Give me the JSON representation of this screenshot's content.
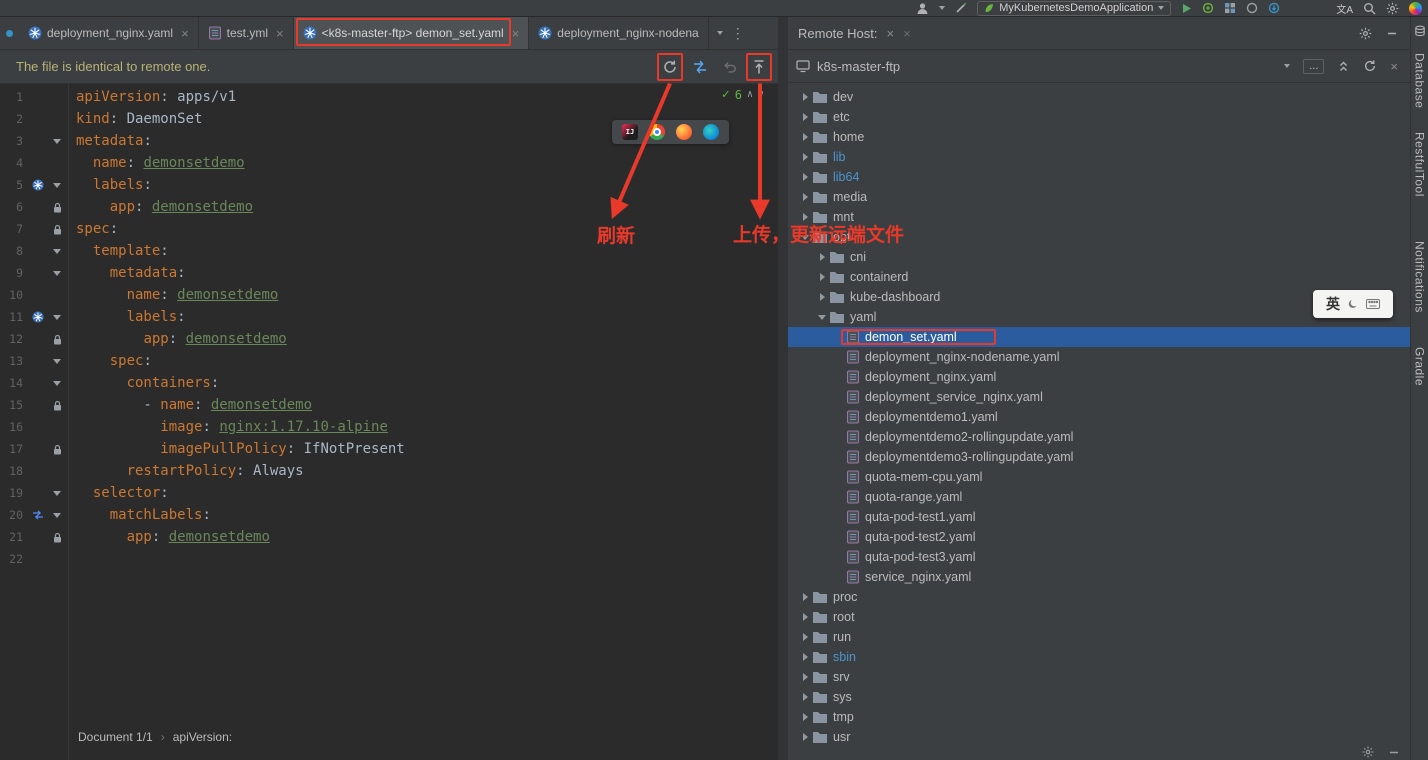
{
  "colors": {
    "annotation_red": "#e8392a",
    "selection_blue": "#2b5d9e",
    "key_orange": "#cc7832",
    "value_gray": "#a9b7c6",
    "reference_green": "#6a8759",
    "panel_bg": "#3c3f41",
    "editor_bg": "#2b2b2b",
    "kubernetes_blue": "#3970b8"
  },
  "topbar": {
    "run_config": "MyKubernetesDemoApplication",
    "translate_glyph": "文A"
  },
  "tabs": {
    "items": [
      {
        "label": "deployment_nginx.yaml",
        "icon": "k8s",
        "active": false,
        "closable": true
      },
      {
        "label": "test.yml",
        "icon": "yaml",
        "active": false,
        "closable": true
      },
      {
        "label": "<k8s-master-ftp> demon_set.yaml",
        "icon": "k8s",
        "active": true,
        "closable": true,
        "annotated": true
      },
      {
        "label": "deployment_nginx-nodena",
        "icon": "k8s",
        "active": false,
        "closable": false
      }
    ]
  },
  "notification": {
    "message": "The file is identical to remote one."
  },
  "editor": {
    "inspection_count": "6",
    "breadcrumb": {
      "document": "Document 1/1",
      "node": "apiVersion:"
    },
    "lines": [
      {
        "n": 1,
        "fold": "",
        "icon": "",
        "segs": [
          [
            "key",
            "apiVersion"
          ],
          [
            "pln",
            ": "
          ],
          [
            "val",
            "apps/v1"
          ]
        ]
      },
      {
        "n": 2,
        "fold": "",
        "icon": "",
        "segs": [
          [
            "key",
            "kind"
          ],
          [
            "pln",
            ": "
          ],
          [
            "val",
            "DaemonSet"
          ]
        ]
      },
      {
        "n": 3,
        "fold": "v",
        "icon": "",
        "segs": [
          [
            "key",
            "metadata"
          ],
          [
            "pln",
            ":"
          ]
        ]
      },
      {
        "n": 4,
        "fold": "",
        "icon": "",
        "segs": [
          [
            "pln",
            "  "
          ],
          [
            "key",
            "name"
          ],
          [
            "pln",
            ": "
          ],
          [
            "ref",
            "demonsetdemo"
          ]
        ]
      },
      {
        "n": 5,
        "fold": "v",
        "icon": "k8s",
        "segs": [
          [
            "pln",
            "  "
          ],
          [
            "key",
            "labels"
          ],
          [
            "pln",
            ":"
          ]
        ]
      },
      {
        "n": 6,
        "fold": "lock",
        "icon": "",
        "segs": [
          [
            "pln",
            "    "
          ],
          [
            "key",
            "app"
          ],
          [
            "pln",
            ": "
          ],
          [
            "ref",
            "demonsetdemo"
          ]
        ]
      },
      {
        "n": 7,
        "fold": "lock",
        "icon": "",
        "segs": [
          [
            "key",
            "spec"
          ],
          [
            "pln",
            ":"
          ]
        ]
      },
      {
        "n": 8,
        "fold": "v",
        "icon": "",
        "segs": [
          [
            "pln",
            "  "
          ],
          [
            "key",
            "template"
          ],
          [
            "pln",
            ":"
          ]
        ]
      },
      {
        "n": 9,
        "fold": "v",
        "icon": "",
        "segs": [
          [
            "pln",
            "    "
          ],
          [
            "key",
            "metadata"
          ],
          [
            "pln",
            ":"
          ]
        ]
      },
      {
        "n": 10,
        "fold": "",
        "icon": "",
        "segs": [
          [
            "pln",
            "      "
          ],
          [
            "key",
            "name"
          ],
          [
            "pln",
            ": "
          ],
          [
            "ref",
            "demonsetdemo"
          ]
        ]
      },
      {
        "n": 11,
        "fold": "v",
        "icon": "k8s",
        "segs": [
          [
            "pln",
            "      "
          ],
          [
            "key",
            "labels"
          ],
          [
            "pln",
            ":"
          ]
        ]
      },
      {
        "n": 12,
        "fold": "lock",
        "icon": "",
        "segs": [
          [
            "pln",
            "        "
          ],
          [
            "key",
            "app"
          ],
          [
            "pln",
            ": "
          ],
          [
            "ref",
            "demonsetdemo"
          ]
        ]
      },
      {
        "n": 13,
        "fold": "v",
        "icon": "",
        "segs": [
          [
            "pln",
            "    "
          ],
          [
            "key",
            "spec"
          ],
          [
            "pln",
            ":"
          ]
        ]
      },
      {
        "n": 14,
        "fold": "v",
        "icon": "",
        "segs": [
          [
            "pln",
            "      "
          ],
          [
            "key",
            "containers"
          ],
          [
            "pln",
            ":"
          ]
        ]
      },
      {
        "n": 15,
        "fold": "lock",
        "icon": "",
        "segs": [
          [
            "pln",
            "        - "
          ],
          [
            "key",
            "name"
          ],
          [
            "pln",
            ": "
          ],
          [
            "ref",
            "demonsetdemo"
          ]
        ]
      },
      {
        "n": 16,
        "fold": "",
        "icon": "",
        "segs": [
          [
            "pln",
            "          "
          ],
          [
            "key",
            "image"
          ],
          [
            "pln",
            ": "
          ],
          [
            "ref",
            "nginx:1.17.10-alpine"
          ]
        ]
      },
      {
        "n": 17,
        "fold": "lock",
        "icon": "",
        "segs": [
          [
            "pln",
            "          "
          ],
          [
            "key",
            "imagePullPolicy"
          ],
          [
            "pln",
            ": "
          ],
          [
            "val",
            "IfNotPresent"
          ]
        ]
      },
      {
        "n": 18,
        "fold": "",
        "icon": "",
        "segs": [
          [
            "pln",
            "      "
          ],
          [
            "key",
            "restartPolicy"
          ],
          [
            "pln",
            ": "
          ],
          [
            "val",
            "Always"
          ]
        ]
      },
      {
        "n": 19,
        "fold": "v",
        "icon": "",
        "segs": [
          [
            "pln",
            "  "
          ],
          [
            "key",
            "selector"
          ],
          [
            "pln",
            ":"
          ]
        ]
      },
      {
        "n": 20,
        "fold": "v",
        "icon": "arrows",
        "segs": [
          [
            "pln",
            "    "
          ],
          [
            "key",
            "matchLabels"
          ],
          [
            "pln",
            ":"
          ]
        ]
      },
      {
        "n": 21,
        "fold": "lock",
        "icon": "",
        "segs": [
          [
            "pln",
            "      "
          ],
          [
            "key",
            "app"
          ],
          [
            "pln",
            ": "
          ],
          [
            "ref",
            "demonsetdemo"
          ]
        ]
      },
      {
        "n": 22,
        "fold": "",
        "icon": "",
        "segs": []
      }
    ]
  },
  "remote_panel": {
    "title": "Remote Host:",
    "host": "k8s-master-ftp",
    "more_button": "...",
    "tree": [
      {
        "label": "dev",
        "depth": 0,
        "kind": "folder",
        "chevron": "right"
      },
      {
        "label": "etc",
        "depth": 0,
        "kind": "folder",
        "chevron": "right"
      },
      {
        "label": "home",
        "depth": 0,
        "kind": "folder",
        "chevron": "right"
      },
      {
        "label": "lib",
        "depth": 0,
        "kind": "folder",
        "chevron": "right",
        "link": true
      },
      {
        "label": "lib64",
        "depth": 0,
        "kind": "folder",
        "chevron": "right",
        "link": true
      },
      {
        "label": "media",
        "depth": 0,
        "kind": "folder",
        "chevron": "right"
      },
      {
        "label": "mnt",
        "depth": 0,
        "kind": "folder",
        "chevron": "right"
      },
      {
        "label": "opt",
        "depth": 0,
        "kind": "folder",
        "chevron": "down"
      },
      {
        "label": "cni",
        "depth": 1,
        "kind": "folder",
        "chevron": "right"
      },
      {
        "label": "containerd",
        "depth": 1,
        "kind": "folder",
        "chevron": "right"
      },
      {
        "label": "kube-dashboard",
        "depth": 1,
        "kind": "folder",
        "chevron": "right"
      },
      {
        "label": "yaml",
        "depth": 1,
        "kind": "folder",
        "chevron": "down"
      },
      {
        "label": "demon_set.yaml",
        "depth": 2,
        "kind": "file",
        "chevron": "none",
        "selected": true,
        "annotated": true
      },
      {
        "label": "deployment_nginx-nodename.yaml",
        "depth": 2,
        "kind": "file",
        "chevron": "none"
      },
      {
        "label": "deployment_nginx.yaml",
        "depth": 2,
        "kind": "file",
        "chevron": "none"
      },
      {
        "label": "deployment_service_nginx.yaml",
        "depth": 2,
        "kind": "file",
        "chevron": "none"
      },
      {
        "label": "deploymentdemo1.yaml",
        "depth": 2,
        "kind": "file",
        "chevron": "none"
      },
      {
        "label": "deploymentdemo2-rollingupdate.yaml",
        "depth": 2,
        "kind": "file",
        "chevron": "none"
      },
      {
        "label": "deploymentdemo3-rollingupdate.yaml",
        "depth": 2,
        "kind": "file",
        "chevron": "none"
      },
      {
        "label": "quota-mem-cpu.yaml",
        "depth": 2,
        "kind": "file",
        "chevron": "none"
      },
      {
        "label": "quota-range.yaml",
        "depth": 2,
        "kind": "file",
        "chevron": "none"
      },
      {
        "label": "quta-pod-test1.yaml",
        "depth": 2,
        "kind": "file",
        "chevron": "none"
      },
      {
        "label": "quta-pod-test2.yaml",
        "depth": 2,
        "kind": "file",
        "chevron": "none"
      },
      {
        "label": "quta-pod-test3.yaml",
        "depth": 2,
        "kind": "file",
        "chevron": "none"
      },
      {
        "label": "service_nginx.yaml",
        "depth": 2,
        "kind": "file",
        "chevron": "none"
      },
      {
        "label": "proc",
        "depth": 0,
        "kind": "folder",
        "chevron": "right"
      },
      {
        "label": "root",
        "depth": 0,
        "kind": "folder",
        "chevron": "right"
      },
      {
        "label": "run",
        "depth": 0,
        "kind": "folder",
        "chevron": "right"
      },
      {
        "label": "sbin",
        "depth": 0,
        "kind": "folder",
        "chevron": "right",
        "link": true
      },
      {
        "label": "srv",
        "depth": 0,
        "kind": "folder",
        "chevron": "right"
      },
      {
        "label": "sys",
        "depth": 0,
        "kind": "folder",
        "chevron": "right"
      },
      {
        "label": "tmp",
        "depth": 0,
        "kind": "folder",
        "chevron": "right"
      },
      {
        "label": "usr",
        "depth": 0,
        "kind": "folder",
        "chevron": "right"
      }
    ]
  },
  "right_sidebar": {
    "items": [
      "Database",
      "RestfulTool",
      "Notifications",
      "Gradle"
    ]
  },
  "annotations": {
    "refresh_label": "刷新",
    "upload_label": "上传，更新远端文件"
  },
  "ime": {
    "lang_badge": "英"
  }
}
